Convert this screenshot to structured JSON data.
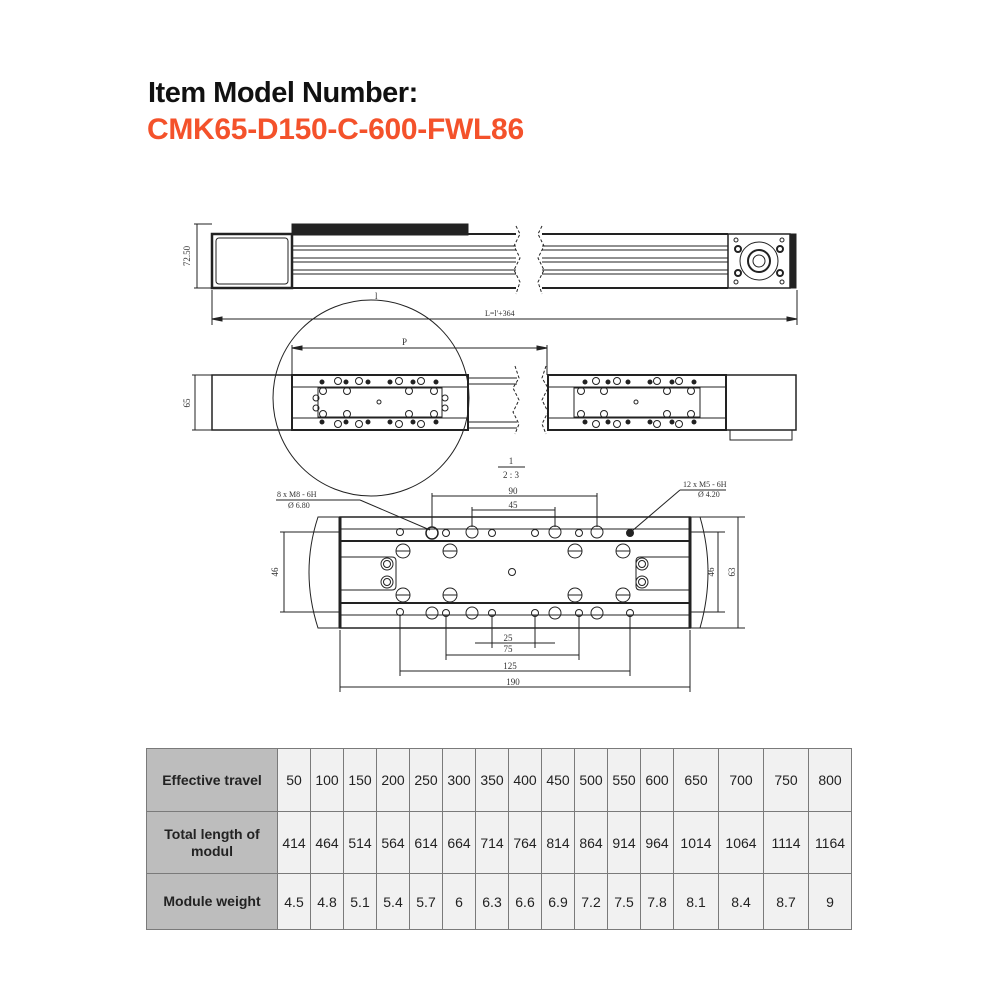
{
  "header": {
    "title": "Item Model Number:",
    "model_number": "CMK65-D150-C-600-FWL86",
    "model_color": "#f4522b"
  },
  "drawing": {
    "side_view": {
      "height_dim": "72.50",
      "l_label": "l",
      "total_length_label": "L=l'+364"
    },
    "top_view": {
      "width_dim": "65",
      "p_label": "P",
      "detail_ref_top": "1",
      "detail_ref_bottom": "2 : 3"
    },
    "detail_view": {
      "left_callout_line1": "8 x  M8 - 6H",
      "left_callout_line2": "Ø 6.80",
      "right_callout_line1": "12 x  M5 - 6H",
      "right_callout_line2": "Ø 4.20",
      "dim_90": "90",
      "dim_45": "45",
      "dim_25": "25",
      "dim_75": "75",
      "dim_125": "125",
      "dim_190": "190",
      "dim_left_46": "46",
      "dim_right_46": "46",
      "dim_right_63": "63"
    }
  },
  "table": {
    "rows": [
      {
        "label": "Effective travel",
        "values": [
          "50",
          "100",
          "150",
          "200",
          "250",
          "300",
          "350",
          "400",
          "450",
          "500",
          "550",
          "600",
          "650",
          "700",
          "750",
          "800"
        ]
      },
      {
        "label": "Total length of modul",
        "values": [
          "414",
          "464",
          "514",
          "564",
          "614",
          "664",
          "714",
          "764",
          "814",
          "864",
          "914",
          "964",
          "1014",
          "1064",
          "1114",
          "1164"
        ]
      },
      {
        "label": "Module weight",
        "values": [
          "4.5",
          "4.8",
          "5.1",
          "5.4",
          "5.7",
          "6",
          "6.3",
          "6.6",
          "6.9",
          "7.2",
          "7.5",
          "7.8",
          "8.1",
          "8.4",
          "8.7",
          "9"
        ]
      }
    ]
  }
}
